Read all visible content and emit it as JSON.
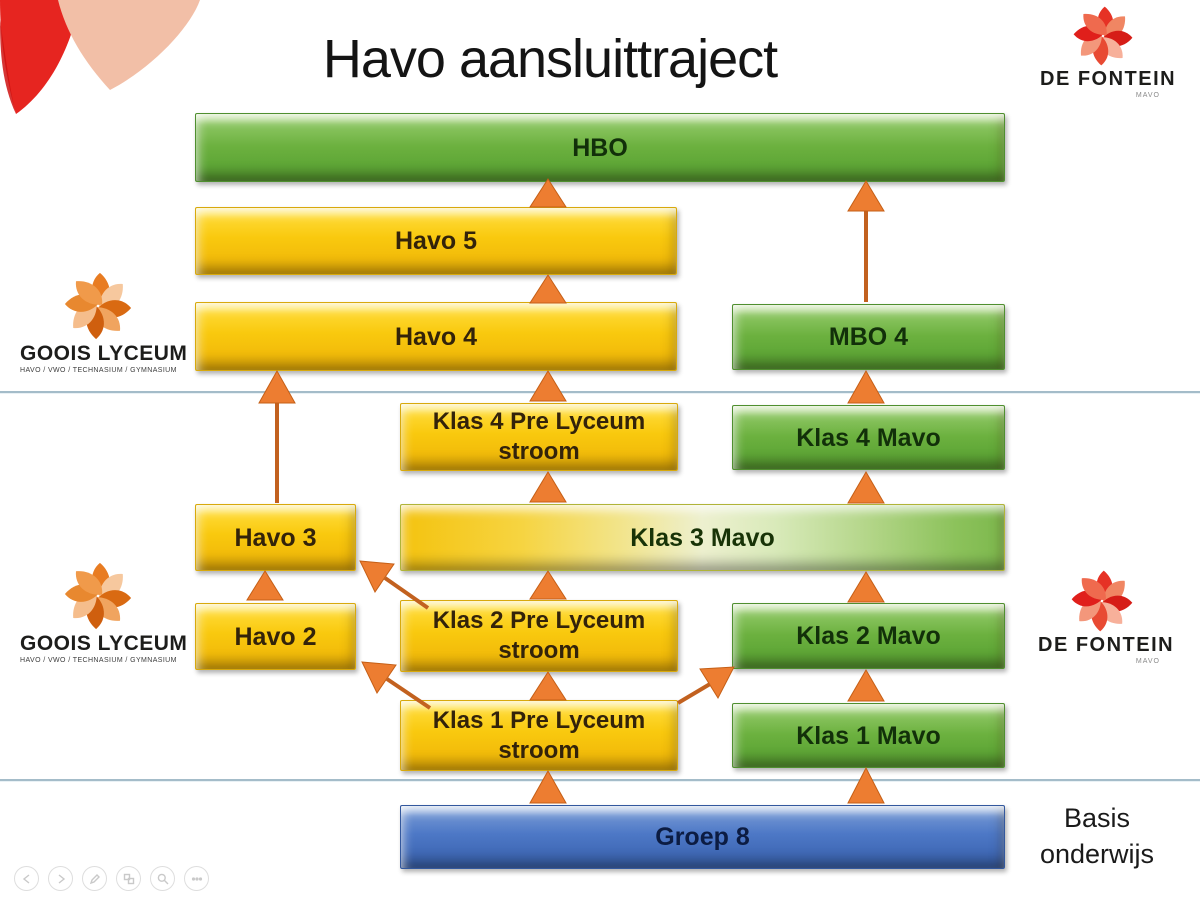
{
  "slide": {
    "title": "Havo aansluittraject",
    "basis_label": "Basis onderwijs"
  },
  "boxes": {
    "hbo": "HBO",
    "havo5": "Havo 5",
    "havo4": "Havo 4",
    "mbo4": "MBO 4",
    "klas4_pre": "Klas 4 Pre Lyceum stroom",
    "klas4_mavo": "Klas 4 Mavo",
    "havo3": "Havo 3",
    "klas3_mavo": "Klas 3 Mavo",
    "havo2": "Havo 2",
    "klas2_pre": "Klas 2 Pre Lyceum stroom",
    "klas2_mavo": "Klas 2 Mavo",
    "klas1_pre": "Klas 1 Pre Lyceum stroom",
    "klas1_mavo": "Klas 1 Mavo",
    "groep8": "Groep 8"
  },
  "connections": [
    {
      "from": "groep8",
      "to": "klas1_pre"
    },
    {
      "from": "groep8",
      "to": "klas1_mavo"
    },
    {
      "from": "klas1_pre",
      "to": "klas2_pre"
    },
    {
      "from": "klas1_pre",
      "to": "havo2"
    },
    {
      "from": "klas1_pre",
      "to": "klas2_mavo"
    },
    {
      "from": "klas1_mavo",
      "to": "klas2_mavo"
    },
    {
      "from": "havo2",
      "to": "havo3"
    },
    {
      "from": "klas2_pre",
      "to": "klas3_mavo"
    },
    {
      "from": "klas2_pre",
      "to": "havo3"
    },
    {
      "from": "klas2_mavo",
      "to": "klas3_mavo"
    },
    {
      "from": "klas3_mavo",
      "to": "klas4_pre"
    },
    {
      "from": "klas3_mavo",
      "to": "klas4_mavo"
    },
    {
      "from": "havo3",
      "to": "havo4"
    },
    {
      "from": "klas4_pre",
      "to": "havo4"
    },
    {
      "from": "klas4_mavo",
      "to": "mbo4"
    },
    {
      "from": "havo4",
      "to": "havo5"
    },
    {
      "from": "havo5",
      "to": "hbo"
    },
    {
      "from": "mbo4",
      "to": "hbo"
    }
  ],
  "logos": {
    "gooi_lyceum": {
      "name": "GOOIS LYCEUM",
      "tagline": "HAVO / VWO / TECHNASIUM / GYMNASIUM"
    },
    "de_fontein": {
      "name": "DE FONTEIN",
      "tagline": "MAVO"
    }
  },
  "colors": {
    "yellow_box": "#f9c90e",
    "green_box": "#5ea636",
    "blue_box": "#4472c4",
    "arrow_orange": "#ed7d31",
    "divider_line": "#a4bcc9",
    "decor_red": "#e62520",
    "decor_pink": "#f2bfa7"
  },
  "toolbar": {
    "icons": [
      "previous-slide",
      "next-slide",
      "pen-tools",
      "slide-navigator",
      "zoom",
      "more-options"
    ]
  }
}
